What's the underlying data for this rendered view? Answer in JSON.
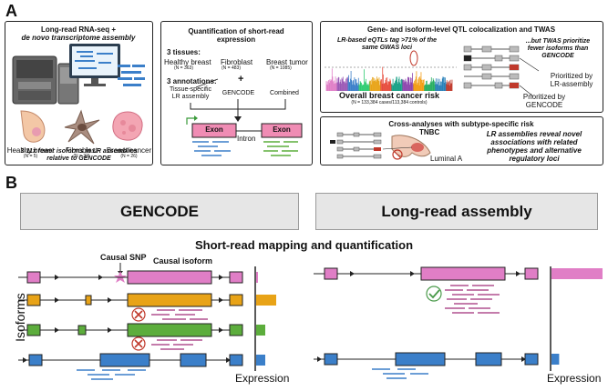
{
  "panel_labels": {
    "a": "A",
    "b": "B"
  },
  "panel1": {
    "title_line1": "Long-read RNA-seq +",
    "title_line2": "de novo transcriptome assembly",
    "tissues": [
      {
        "name": "Healthy breast",
        "n": "(N = 5)"
      },
      {
        "name": "Fibroblast",
        "n": "(N = 22)"
      },
      {
        "name": "Breast cancer",
        "n": "(N = 26)"
      }
    ],
    "footnote_line1": "3-11x fewer isoforms in LR assemblies",
    "footnote_line2": "relative to GENCODE"
  },
  "panel2": {
    "title_line1": "Quantification of short-read",
    "title_line2": "expression",
    "tissues_heading": "3 tissues:",
    "tissues": [
      {
        "name": "Healthy breast",
        "n": "(N = 363)"
      },
      {
        "name": "Fibroblast",
        "n": "(N = 483)"
      },
      {
        "name": "Breast tumor",
        "n": "(N = 1085)"
      }
    ],
    "annotations_heading": "3 annotations:",
    "annotations": [
      "Tissue-specific",
      "LR assembly",
      "GENCODE",
      "Combined"
    ],
    "plus_sign": "+",
    "exon_label": "Exon",
    "intron_label": "Intron"
  },
  "panel3": {
    "title": "Gene- and isoform-level QTL colocalization and TWAS",
    "callout_line1": "LR-based eQTLs tag >71% of the",
    "callout_line2": "same GWAS loci",
    "twas_line1": "...but TWAS prioritize",
    "twas_line2": "fewer isoforms than",
    "twas_line3": "GENCODE",
    "manhattan_line1": "Overall breast cancer risk",
    "manhattan_line2": "(N = 133,384 cases/113,384 controls)",
    "prior_lr_line1": "Prioritized by",
    "prior_lr_line2": "LR-assembly",
    "prior_gc_line1": "Prioritized by",
    "prior_gc_line2": "GENCODE"
  },
  "panel4": {
    "title": "Cross-analyses with subtype-specific risk",
    "text_line1": "LR assemblies reveal novel",
    "text_line2": "associations with related",
    "text_line3": "phenotypes and alternative",
    "text_line4": "regulatory loci",
    "tnbc": "TNBC",
    "luminal": "Luminal A"
  },
  "partB": {
    "banner_left": "GENCODE",
    "banner_right": "Long-read assembly",
    "subtitle": "Short-read mapping and quantification",
    "causal_snp": "Causal SNP",
    "causal_isoform": "Causal isoform",
    "y_label": "Isoforms",
    "x_label_left": "Expression",
    "x_label_right": "Expression",
    "colors": {
      "pink": "#e07ec6",
      "orange": "#e8a317",
      "green": "#5cad3c",
      "blue": "#3b7fc9",
      "read": "#b0508f",
      "check": "#4a9a4a",
      "cross": "#c0392b"
    },
    "gencode_bars": [
      {
        "isoform": "pink",
        "expression": 0.05
      },
      {
        "isoform": "orange",
        "expression": 0.55
      },
      {
        "isoform": "green",
        "expression": 0.25
      },
      {
        "isoform": "blue",
        "expression": 0.25
      }
    ],
    "lr_bars": [
      {
        "isoform": "pink",
        "expression": 1.0
      },
      {
        "isoform": "blue",
        "expression": 0.15
      }
    ]
  }
}
